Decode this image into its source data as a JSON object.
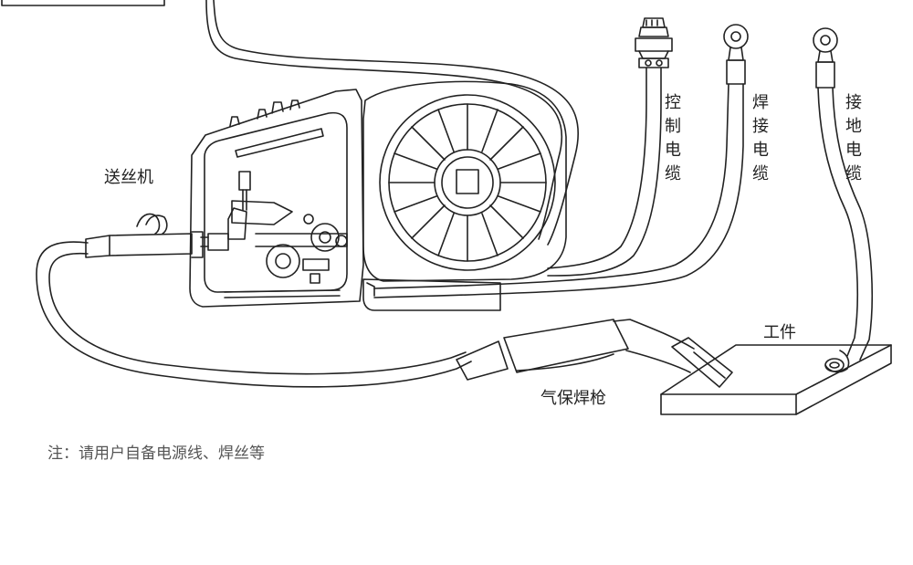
{
  "labels": {
    "wire_feeder": "送丝机",
    "control_cable": [
      "控",
      "制",
      "电",
      "缆"
    ],
    "welding_cable": [
      "焊",
      "接",
      "电",
      "缆"
    ],
    "ground_cable": [
      "接",
      "地",
      "电",
      "缆"
    ],
    "workpiece": "工件",
    "gas_torch": "气保焊枪"
  },
  "note": "注：请用户自备电源线、焊丝等"
}
